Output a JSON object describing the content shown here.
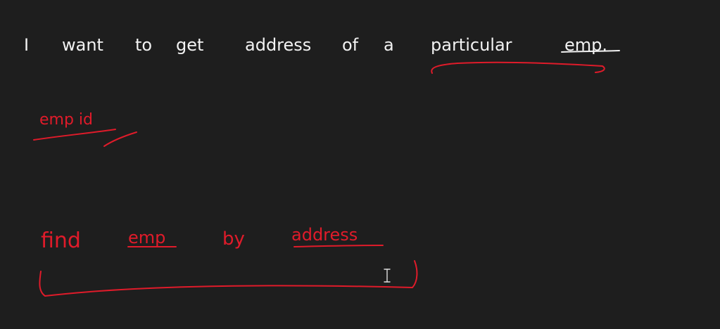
{
  "canvas": {
    "background": "#1e1e1e"
  },
  "colors": {
    "ink_white": "#f2f2f2",
    "ink_red": "#e01b2a"
  },
  "notes": {
    "line1": [
      "I",
      "want",
      "to",
      "get",
      "address",
      "of",
      "a",
      "particular",
      "emp."
    ],
    "line2": "emp id",
    "line3": [
      "find",
      "emp",
      "by",
      "address"
    ]
  },
  "cursor_icon": "text-cursor-icon"
}
